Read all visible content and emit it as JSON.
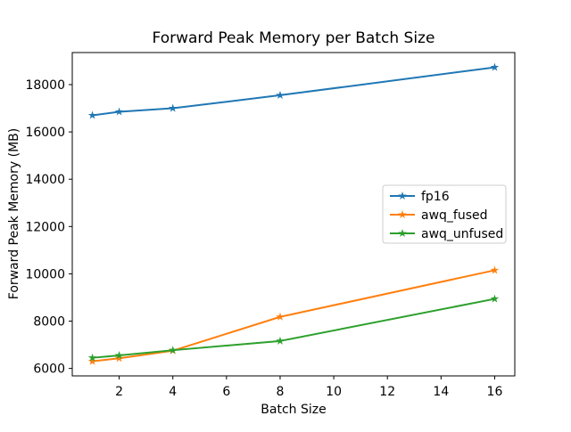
{
  "chart_data": {
    "type": "line",
    "title": "Forward Peak Memory per Batch Size",
    "xlabel": "Batch Size",
    "ylabel": "Forward Peak Memory (MB)",
    "x": [
      1,
      2,
      4,
      8,
      16
    ],
    "series": [
      {
        "name": "fp16",
        "color": "#1f77b4",
        "marker": "star",
        "values": [
          16700,
          16850,
          17000,
          17550,
          18730
        ]
      },
      {
        "name": "awq_fused",
        "color": "#ff7f0e",
        "marker": "star",
        "values": [
          6300,
          6430,
          6750,
          8180,
          10150
        ]
      },
      {
        "name": "awq_unfused",
        "color": "#2ca02c",
        "marker": "star",
        "values": [
          6450,
          6550,
          6770,
          7160,
          8940
        ]
      }
    ],
    "xticks": [
      2,
      4,
      6,
      8,
      10,
      12,
      14,
      16
    ],
    "yticks": [
      6000,
      8000,
      10000,
      12000,
      14000,
      16000,
      18000
    ],
    "xlim": [
      0.25,
      16.75
    ],
    "ylim": [
      5685,
      19355
    ],
    "grid": false,
    "legend": {
      "position": "center-right",
      "entries": [
        "fp16",
        "awq_fused",
        "awq_unfused"
      ]
    },
    "colors": {
      "axes": "#000000",
      "background": "#ffffff",
      "legend_border": "#cccccc",
      "legend_background": "#ffffff"
    }
  }
}
